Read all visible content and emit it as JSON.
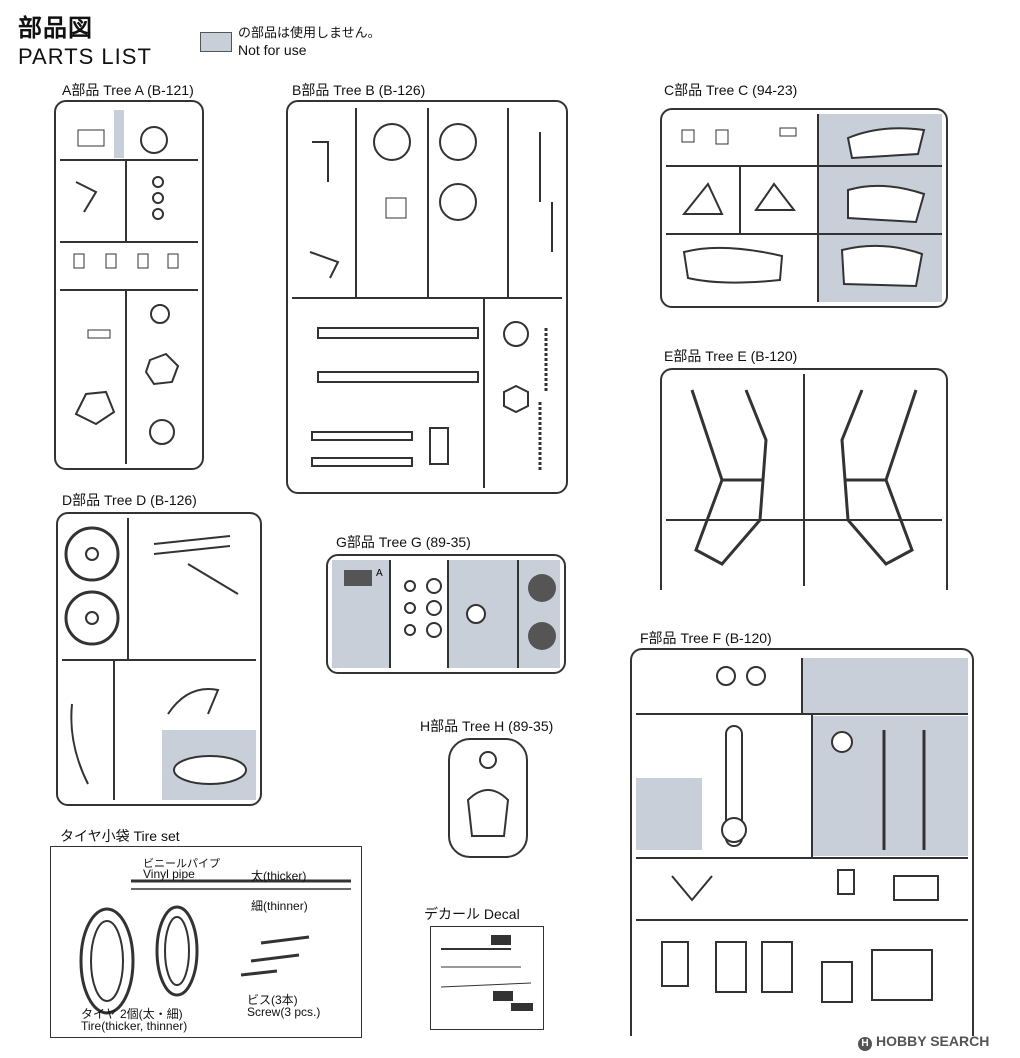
{
  "header": {
    "title_jp": "部品図",
    "title_en": "PARTS LIST",
    "legend_jp": "の部品は使用しません。",
    "legend_en": "Not for use"
  },
  "trees": {
    "a": {
      "label": "A部品 Tree A (B-121)"
    },
    "b": {
      "label": "B部品 Tree B (B-126)"
    },
    "c": {
      "label": "C部品 Tree C (94-23)"
    },
    "d": {
      "label": "D部品 Tree D (B-126)"
    },
    "e": {
      "label": "E部品 Tree E (B-120)"
    },
    "f": {
      "label": "F部品 Tree F (B-120)"
    },
    "g": {
      "label": "G部品 Tree G (89-35)"
    },
    "h": {
      "label": "H部品 Tree H (89-35)"
    }
  },
  "tire_set": {
    "label": "タイヤ小袋 Tire set",
    "vinyl_jp": "ビニールパイプ",
    "vinyl_en": "Vinyl pipe",
    "thick": "太(thicker)",
    "thin": "細(thinner)",
    "tire_jp": "タイヤ 2個(太・細)",
    "tire_en": "Tire(thicker, thinner)",
    "screw_jp": "ビス(3本)",
    "screw_en": "Screw(3 pcs.)"
  },
  "decal": {
    "label": "デカール Decal"
  },
  "watermark": "HOBBY SEARCH",
  "colors": {
    "not_for_use": "#c8cfd8",
    "line": "#333333"
  }
}
